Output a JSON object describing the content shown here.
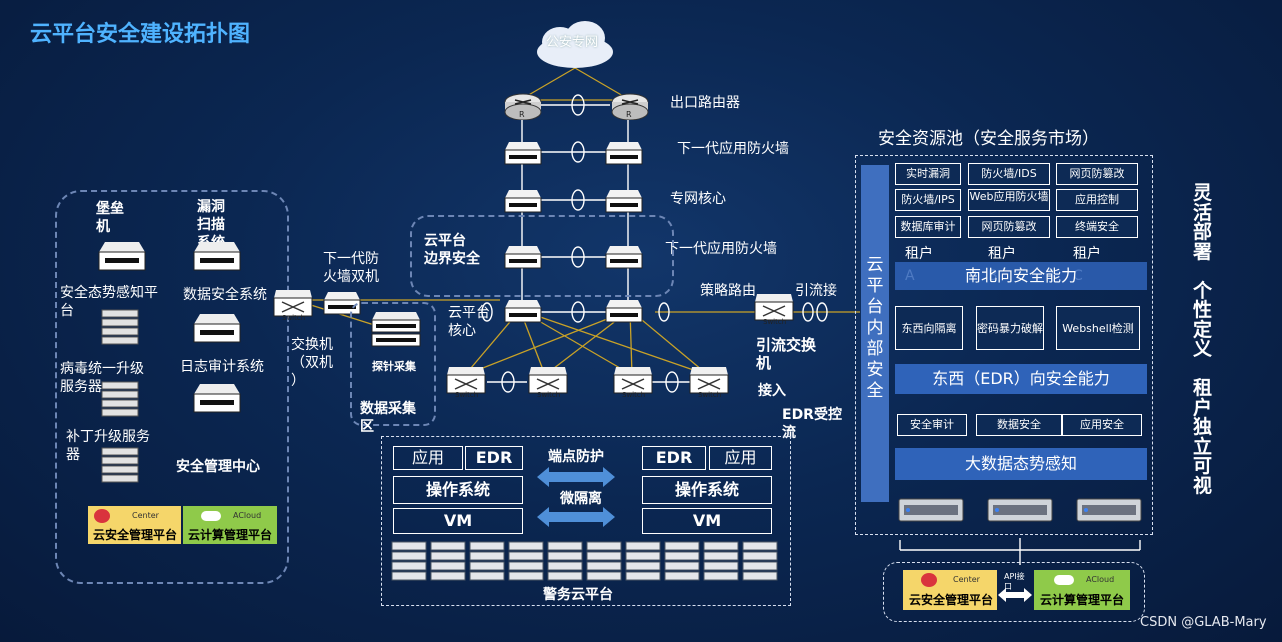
{
  "title": "云平台安全建设拓扑图",
  "cloud_label": "公安专网",
  "core": {
    "exit_router": "出口路由器",
    "ngfw_top": "下一代应用防火墙",
    "private_core": "专网核心",
    "ngfw_mid": "下一代应用防火墙",
    "border_security": "云平台\n边界安全",
    "cloud_core": "云平台\n核心",
    "policy_route": "策略路由",
    "redirect": "引流接",
    "redirect_switch": "引流交换\n机",
    "access": "接入",
    "edr_flow": "EDR受控\n流",
    "switch_label": "Switch",
    "router_label": "R"
  },
  "left": {
    "ngfw_dual": "下一代防\n火墙双机",
    "switch_dual": "交换机\n（双机\n）",
    "probe": "探针采集",
    "data_collect": "数据采集\n区",
    "bastion": "堡垒\n机",
    "vuln_scan": "漏洞\n扫描\n系统",
    "situation": "安全态势感知平\n台",
    "data_security": "数据安全系统",
    "antivirus": "病毒统一升级\n服务器",
    "log_audit": "日志审计系统",
    "patch": "补丁升级服务\n器",
    "mgmt_center": "安全管理中心",
    "logo_center_tag": "Center",
    "logo_center": "云安全管理平台",
    "logo_acloud_tag": "ACloud",
    "logo_acloud": "云计算管理平台"
  },
  "police_cloud": {
    "app": "应用",
    "edr": "EDR",
    "os": "操作系统",
    "vm": "VM",
    "endpoint_protection": "端点防护",
    "micro_isolation": "微隔离",
    "name": "警务云平台"
  },
  "pool": {
    "title": "安全资源池（安全服务市场）",
    "side_label": "云\n平\n台\n内\n部\n安\n全",
    "services": [
      "实时漏洞",
      "防火墙/IDS",
      "网页防篡改",
      "防火墙/IPS",
      "Web应用防火墙",
      "应用控制",
      "数据库审计",
      "网页防篡改",
      "终端安全"
    ],
    "tenants": [
      "租户\nA",
      "租户\nB",
      "租户\nC"
    ],
    "north_south": "南北向安全能力",
    "ew_items": [
      "东西向隔离",
      "密码暴力破解",
      "Webshell检测"
    ],
    "east_west": "东西（EDR）向安全能力",
    "audit_items": [
      "安全审计",
      "数据安全",
      "应用安全"
    ],
    "big_data": "大数据态势感知",
    "api_label": "API接\n口",
    "logo_center_tag": "Center",
    "logo_center": "云安全管理平台",
    "logo_acloud_tag": "ACloud",
    "logo_acloud": "云计算管理平台"
  },
  "side_slogan": "灵\n活\n部\n署\n\n个\n性\n定\n义\n\n租\n户\n独\n立\n可\n视",
  "watermark": "CSDN @GLAB-Mary",
  "colors": {
    "title": "#4fb3ff",
    "bar": "#2f63b9",
    "link": "#c9a227",
    "logo_red": "#f5d66a",
    "logo_green": "#8fca4a"
  }
}
